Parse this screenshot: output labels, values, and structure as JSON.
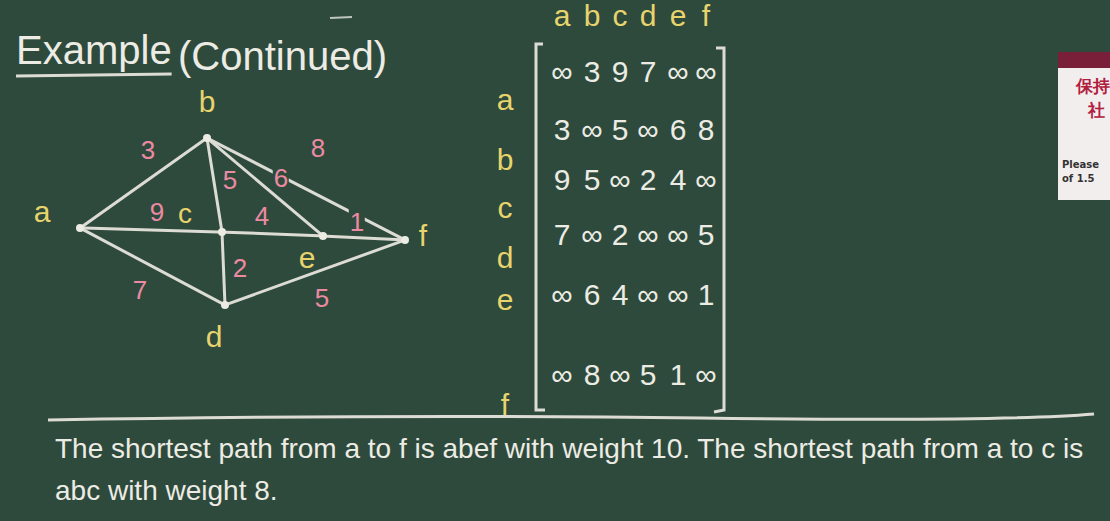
{
  "diagram": {
    "title": "Example",
    "caption": "The shortest path from a to f is abef with weight 10. The shortest path from a to c is abc with weight 8.",
    "nodes": [
      {
        "text": [
          "a"
        ]
      },
      {
        "text": [
          "b"
        ]
      },
      {
        "text": [
          "c"
        ]
      },
      {
        "text": [
          "d"
        ]
      },
      {
        "text": [
          "e"
        ]
      },
      {
        "text": [
          "f"
        ]
      }
    ],
    "edges": [
      {
        "from": 0,
        "to": 1,
        "arrow": "none",
        "label": "3"
      },
      {
        "from": 0,
        "to": 2,
        "arrow": "none",
        "label": "9"
      },
      {
        "from": 0,
        "to": 3,
        "arrow": "none",
        "label": "7"
      },
      {
        "from": 1,
        "to": 2,
        "arrow": "none",
        "label": "5"
      },
      {
        "from": 1,
        "to": 4,
        "arrow": "none",
        "label": "6"
      },
      {
        "from": 1,
        "to": 5,
        "arrow": "none",
        "label": "8"
      },
      {
        "from": 2,
        "to": 4,
        "arrow": "none",
        "label": "4"
      },
      {
        "from": 2,
        "to": 3,
        "arrow": "none",
        "label": "2"
      },
      {
        "from": 4,
        "to": 5,
        "arrow": "none",
        "label": "1"
      },
      {
        "from": 3,
        "to": 5,
        "arrow": "none",
        "label": "5"
      }
    ],
    "labels": [
      "(Continued)",
      "a",
      "b",
      "c",
      "d",
      "e",
      "f",
      "a",
      "∞",
      "3",
      "9",
      "7",
      "∞",
      "∞",
      "b",
      "3",
      "∞",
      "5",
      "∞",
      "6",
      "8",
      "c",
      "9",
      "5",
      "∞",
      "2",
      "4",
      "∞",
      "d",
      "7",
      "∞",
      "2",
      "∞",
      "∞",
      "5",
      "e",
      "∞",
      "6",
      "4",
      "∞",
      "∞",
      "1",
      "f",
      "∞",
      "8",
      "∞",
      "5",
      "1",
      "∞",
      "保持",
      "社",
      "Please",
      "of 1.5"
    ]
  }
}
